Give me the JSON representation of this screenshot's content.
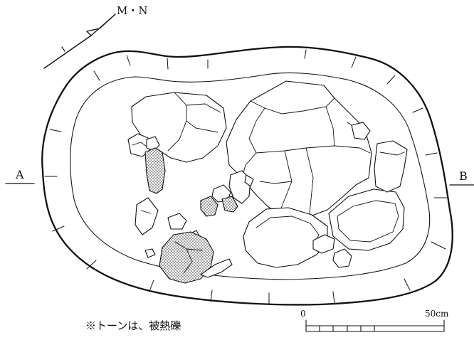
{
  "figure": {
    "north_label": "M・N",
    "section_left_label": "A",
    "section_right_label": "B",
    "note": "※トーンは、被熱礫",
    "scale": {
      "start_label": "0",
      "end_label": "50cm"
    }
  },
  "legend": {
    "toned_fill_meaning": "被熱礫"
  }
}
